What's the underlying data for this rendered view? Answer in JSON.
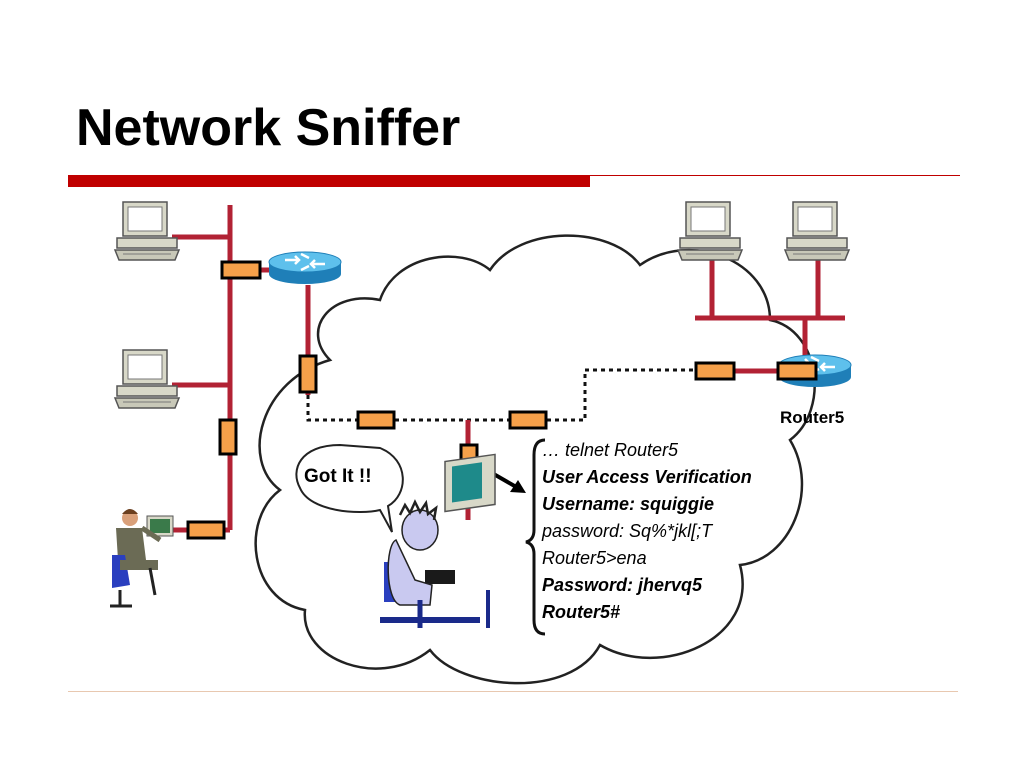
{
  "slide": {
    "title": "Network Sniffer"
  },
  "diagram": {
    "speech_bubble": "Got It !!",
    "router_label": "Router5",
    "terminal_lines": [
      {
        "text": "… telnet Router5",
        "bold": false
      },
      {
        "text": "User Access Verification",
        "bold": true
      },
      {
        "text": "Username: squiggie",
        "bold": true
      },
      {
        "text": "password: Sq%*jkl[;T",
        "bold": false
      },
      {
        "text": "Router5>ena",
        "bold": false
      },
      {
        "text": "Password: jhervq5",
        "bold": true
      },
      {
        "text": "Router5#",
        "bold": true
      }
    ]
  },
  "colors": {
    "accent_red": "#c00000",
    "cable_red": "#b22234",
    "packet_orange": "#f5a04a",
    "router_blue": "#3fa7dc"
  }
}
